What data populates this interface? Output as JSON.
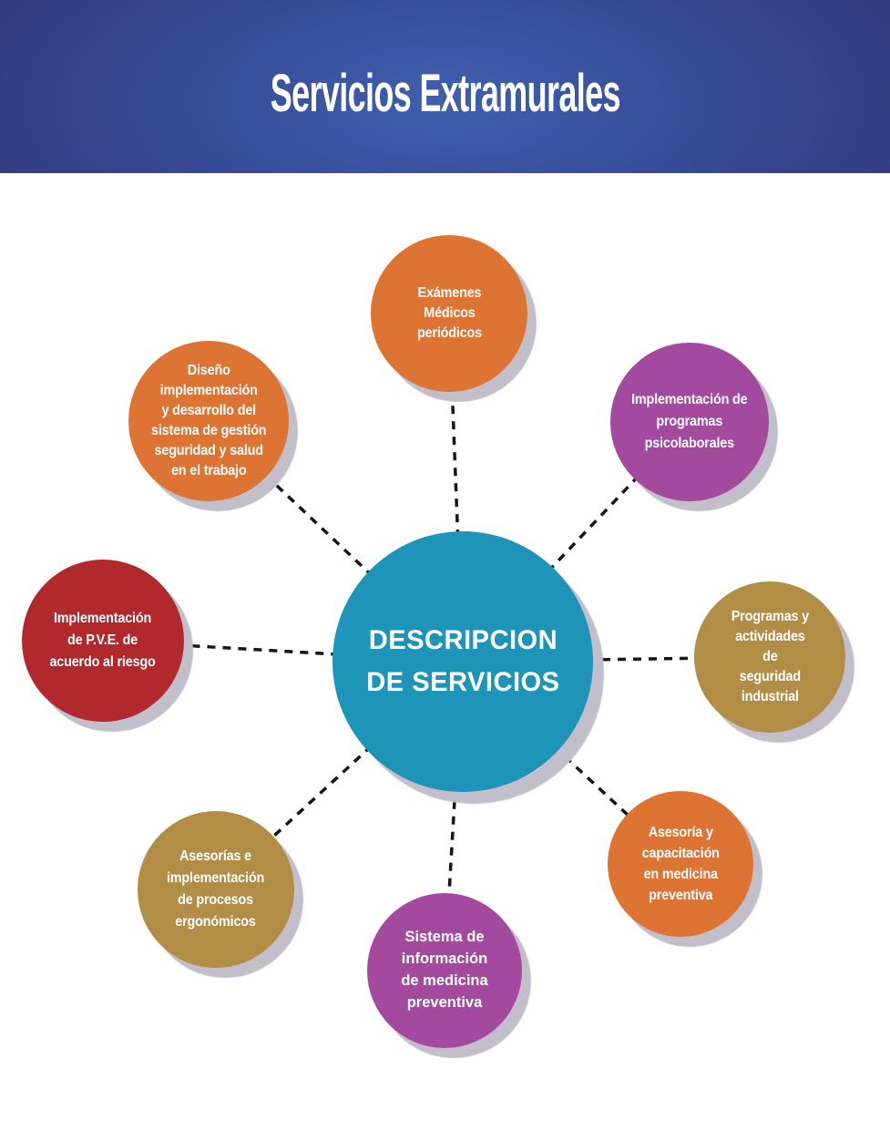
{
  "header": {
    "title": "Servicios Extramurales"
  },
  "center_node": {
    "text": "DESCRIPCION\nDE SERVICIOS"
  },
  "nodes": {
    "examenes": {
      "text": "Exámenes\nMédicos\nperiódicos"
    },
    "diseno": {
      "text": "Diseño\nimplementación\ny desarrollo del\nsistema de gestión\nseguridad y salud\nen el trabajo"
    },
    "psicolaborales": {
      "text": "Implementación de\nprogramas\npsicolaborales"
    },
    "pve": {
      "text": "Implementación\nde P.V.E. de\nacuerdo al riesgo"
    },
    "programas": {
      "text": "Programas y\nactividades\nde\nseguridad\nindustrial"
    },
    "ergonomicos": {
      "text": "Asesorías e\nimplementación\nde procesos\nergonómicos"
    },
    "sistema": {
      "text": "Sistema de\ninformación\nde medicina\npreventiva"
    },
    "capacitacion": {
      "text": "Asesoría y\ncapacitación\nen medicina\npreventiva"
    }
  },
  "colors": {
    "header_gradient_center": "#3f5fae",
    "header_gradient_edge": "#323373",
    "center_teal": "#1e94b8",
    "orange": "#dd7434",
    "purple": "#a44a9e",
    "gold": "#b28d46",
    "red": "#b2292d",
    "connector_black": "#161616",
    "shadow_gray": "#c2bfcb",
    "text_white": "#ffffff"
  }
}
